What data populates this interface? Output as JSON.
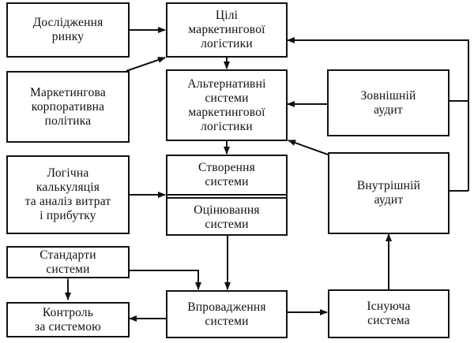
{
  "diagram": {
    "title": "",
    "blocks": {
      "market_research": {
        "lines": [
          "Дослідження",
          "ринку"
        ]
      },
      "goals": {
        "lines": [
          "Цілі",
          "маркетингової",
          "логістики"
        ]
      },
      "corporate_policy": {
        "lines": [
          "Маркетингова",
          "корпоративна",
          "політика"
        ]
      },
      "alternatives": {
        "lines": [
          "Альтернативні",
          "системи",
          "маркетингової",
          "логістики"
        ]
      },
      "external_audit": {
        "lines": [
          "Зовнішній",
          "аудит"
        ]
      },
      "logical_costing": {
        "lines": [
          "Логічна",
          "калькуляція",
          "та аналіз витрат",
          "і прибутку"
        ]
      },
      "system_creation": {
        "lines": [
          "Створення",
          "системи"
        ]
      },
      "system_evaluation": {
        "lines": [
          "Оцінювання",
          "системи"
        ]
      },
      "internal_audit": {
        "lines": [
          "Внутрішній",
          "аудит"
        ]
      },
      "system_standards": {
        "lines": [
          "Стандарти",
          "системи"
        ]
      },
      "system_control": {
        "lines": [
          "Контроль",
          "за системою"
        ]
      },
      "implementation": {
        "lines": [
          "Впровадження",
          "системи"
        ]
      },
      "existing_system": {
        "lines": [
          "Існуюча",
          "система"
        ]
      }
    },
    "connections": [
      {
        "from": "market_research",
        "to": "goals"
      },
      {
        "from": "corporate_policy",
        "to": "goals"
      },
      {
        "from": "goals",
        "to": "alternatives"
      },
      {
        "from": "external_audit",
        "to": "goals"
      },
      {
        "from": "external_audit",
        "to": "alternatives"
      },
      {
        "from": "internal_audit",
        "to": "goals"
      },
      {
        "from": "internal_audit",
        "to": "alternatives"
      },
      {
        "from": "alternatives",
        "to": "system_creation"
      },
      {
        "from": "logical_costing",
        "to": "system_creation"
      },
      {
        "from": "system_evaluation",
        "to": "implementation"
      },
      {
        "from": "system_standards",
        "to": "implementation"
      },
      {
        "from": "system_standards",
        "to": "system_control",
        "bidirectional": true
      },
      {
        "from": "implementation",
        "to": "system_control"
      },
      {
        "from": "implementation",
        "to": "existing_system"
      },
      {
        "from": "existing_system",
        "to": "internal_audit"
      }
    ]
  }
}
